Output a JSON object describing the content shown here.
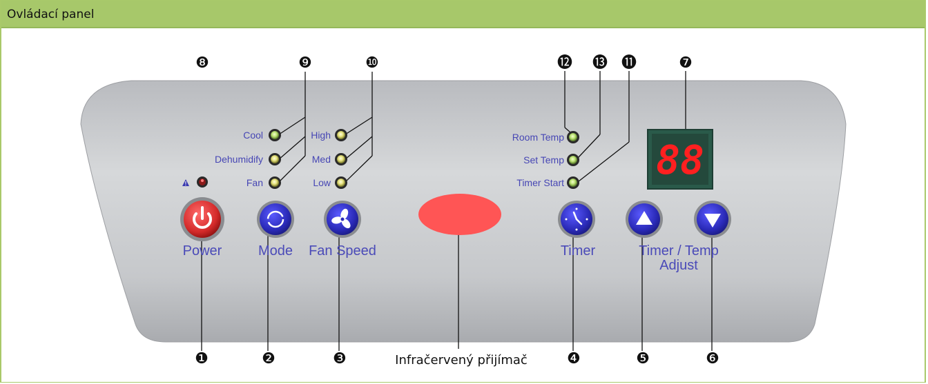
{
  "header": {
    "title": "Ovládací panel"
  },
  "leds_mode": [
    "Cool",
    "Dehumidify",
    "Fan"
  ],
  "leds_speed": [
    "High",
    "Med",
    "Low"
  ],
  "leds_temp": [
    "Room Temp",
    "Set Temp",
    "Timer Start"
  ],
  "buttons": {
    "power": "Power",
    "mode": "Mode",
    "fan_speed": "Fan Speed",
    "timer": "Timer",
    "adjust_line1": "Timer / Temp",
    "adjust_line2": "Adjust"
  },
  "display": "88",
  "ir_receiver_label": "Infračervený přijímač",
  "callouts": {
    "power": "❶",
    "mode": "❷",
    "fan_speed": "❸",
    "timer": "❹",
    "up": "❺",
    "down": "❻",
    "display": "❼",
    "warning": "❽",
    "mode_leds": "❾",
    "speed_leds": "❿",
    "timer_led": "⓫",
    "room_temp_led": "⓬",
    "set_temp_led": "⓭"
  },
  "colors": {
    "header": "#a7c86a",
    "panel": "#c9cbce",
    "button_blue": "#3434c0",
    "button_red": "#d42a2a",
    "ir_red": "#ff5555",
    "segment_red": "#ff2020"
  }
}
